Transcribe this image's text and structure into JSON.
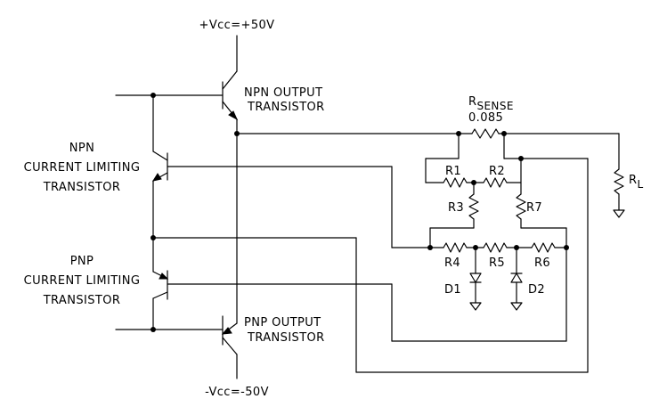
{
  "supply": {
    "positive": "+Vcc=+50V",
    "negative": "-Vcc=-50V"
  },
  "transistors": {
    "npn_output": [
      "NPN OUTPUT",
      "TRANSISTOR"
    ],
    "npn_limit": [
      "NPN",
      "CURRENT LIMITING",
      "TRANSISTOR"
    ],
    "pnp_limit": [
      "PNP",
      "CURRENT LIMITING",
      "TRANSISTOR"
    ],
    "pnp_output": [
      "PNP OUTPUT",
      "TRANSISTOR"
    ]
  },
  "components": {
    "rsense_main": "R",
    "rsense_sub": "SENSE",
    "rsense_value": "0.085",
    "rl_main": "R",
    "rl_sub": "L",
    "r1": "R1",
    "r2": "R2",
    "r3": "R3",
    "r4": "R4",
    "r5": "R5",
    "r6": "R6",
    "r7": "R7",
    "d1": "D1",
    "d2": "D2"
  }
}
